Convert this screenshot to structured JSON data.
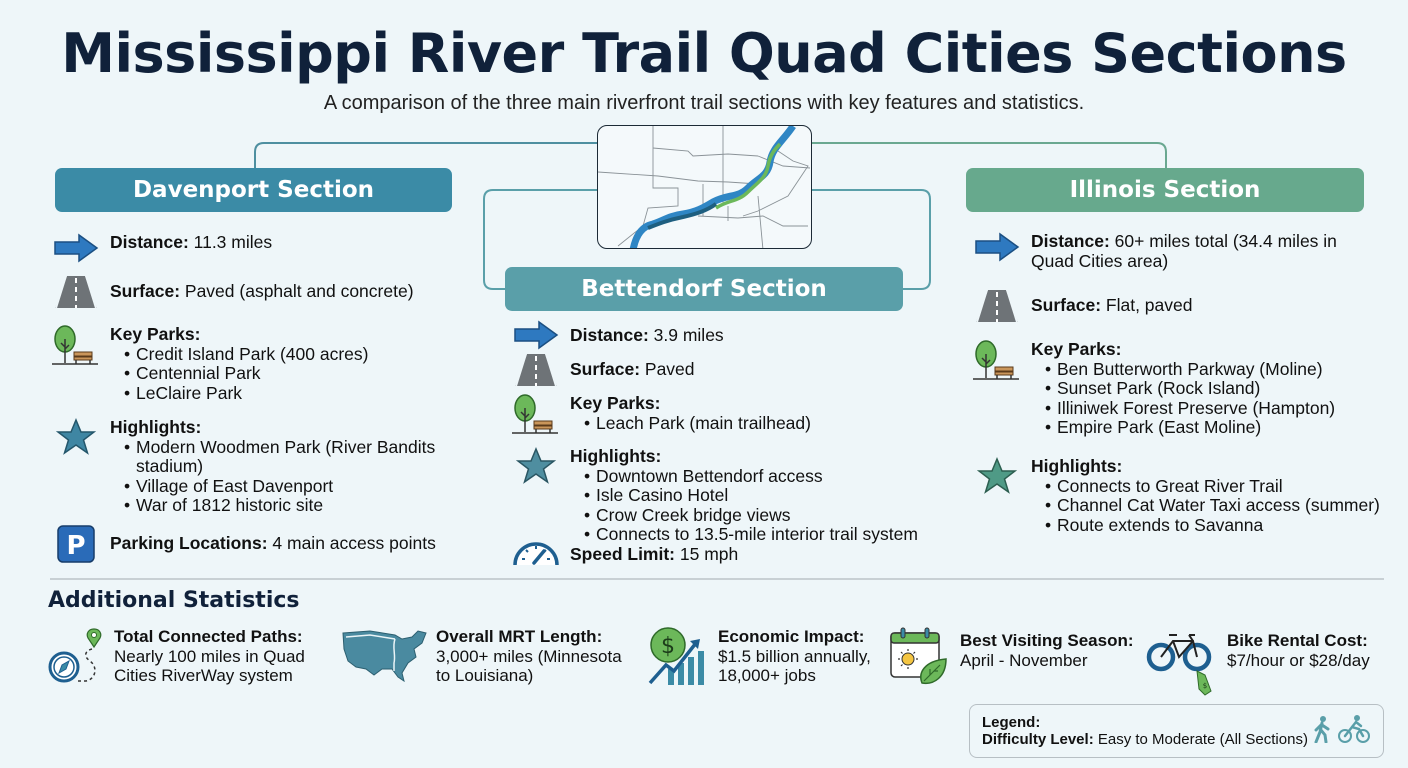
{
  "header": {
    "title": "Mississippi River Trail Quad Cities Sections",
    "subtitle": "A comparison of the three main riverfront trail sections with key features and statistics."
  },
  "colors": {
    "davenport": "#3b8ba6",
    "bettendorf": "#5a9fa9",
    "illinois": "#67a98d",
    "title": "#10213a",
    "river_blue": "#2f86c4",
    "trail_green": "#6cb85a"
  },
  "sections": {
    "davenport": {
      "title": "Davenport Section",
      "distance_label": "Distance:",
      "distance": "11.3 miles",
      "surface_label": "Surface:",
      "surface": "Paved (asphalt and concrete)",
      "parks_label": "Key Parks:",
      "parks": [
        "Credit Island Park (400 acres)",
        "Centennial Park",
        "LeClaire Park"
      ],
      "highlights_label": "Highlights:",
      "highlights": [
        "Modern Woodmen Park (River Bandits stadium)",
        "Village of East Davenport",
        "War of 1812 historic site"
      ],
      "parking_label": "Parking Locations:",
      "parking": "4 main access points"
    },
    "bettendorf": {
      "title": "Bettendorf Section",
      "distance_label": "Distance:",
      "distance": "3.9 miles",
      "surface_label": "Surface:",
      "surface": "Paved",
      "parks_label": "Key Parks:",
      "parks": [
        "Leach Park (main trailhead)"
      ],
      "highlights_label": "Highlights:",
      "highlights": [
        "Downtown Bettendorf access",
        "Isle Casino Hotel",
        "Crow Creek bridge views",
        "Connects to 13.5-mile interior trail system"
      ],
      "speed_label": "Speed Limit:",
      "speed": "15 mph"
    },
    "illinois": {
      "title": "Illinois Section",
      "distance_label": "Distance:",
      "distance": "60+ miles total (34.4 miles in Quad Cities area)",
      "surface_label": "Surface:",
      "surface": "Flat, paved",
      "parks_label": "Key Parks:",
      "parks": [
        "Ben Butterworth Parkway (Moline)",
        "Sunset Park (Rock Island)",
        "Illiniwek Forest Preserve (Hampton)",
        "Empire Park (East Moline)"
      ],
      "highlights_label": "Highlights:",
      "highlights": [
        "Connects to Great River Trail",
        "Channel Cat Water Taxi access (summer)",
        "Route extends to Savanna"
      ]
    }
  },
  "stats": {
    "title": "Additional Statistics",
    "items": [
      {
        "icon": "compass-route-icon",
        "label": "Total Connected Paths:",
        "value": "Nearly 100 miles in Quad Cities RiverWay system"
      },
      {
        "icon": "usa-map-icon",
        "label": "Overall MRT Length:",
        "value": "3,000+ miles (Minnesota to Louisiana)"
      },
      {
        "icon": "economic-growth-icon",
        "label": "Economic Impact:",
        "value": "$1.5 billion annually, 18,000+ jobs"
      },
      {
        "icon": "calendar-season-icon",
        "label": "Best Visiting Season:",
        "value": "April - November"
      },
      {
        "icon": "bike-rental-icon",
        "label": "Bike Rental Cost:",
        "value": "$7/hour or $28/day"
      }
    ]
  },
  "legend": {
    "title": "Legend:",
    "difficulty_label": "Difficulty Level:",
    "difficulty": "Easy to Moderate (All Sections)"
  }
}
